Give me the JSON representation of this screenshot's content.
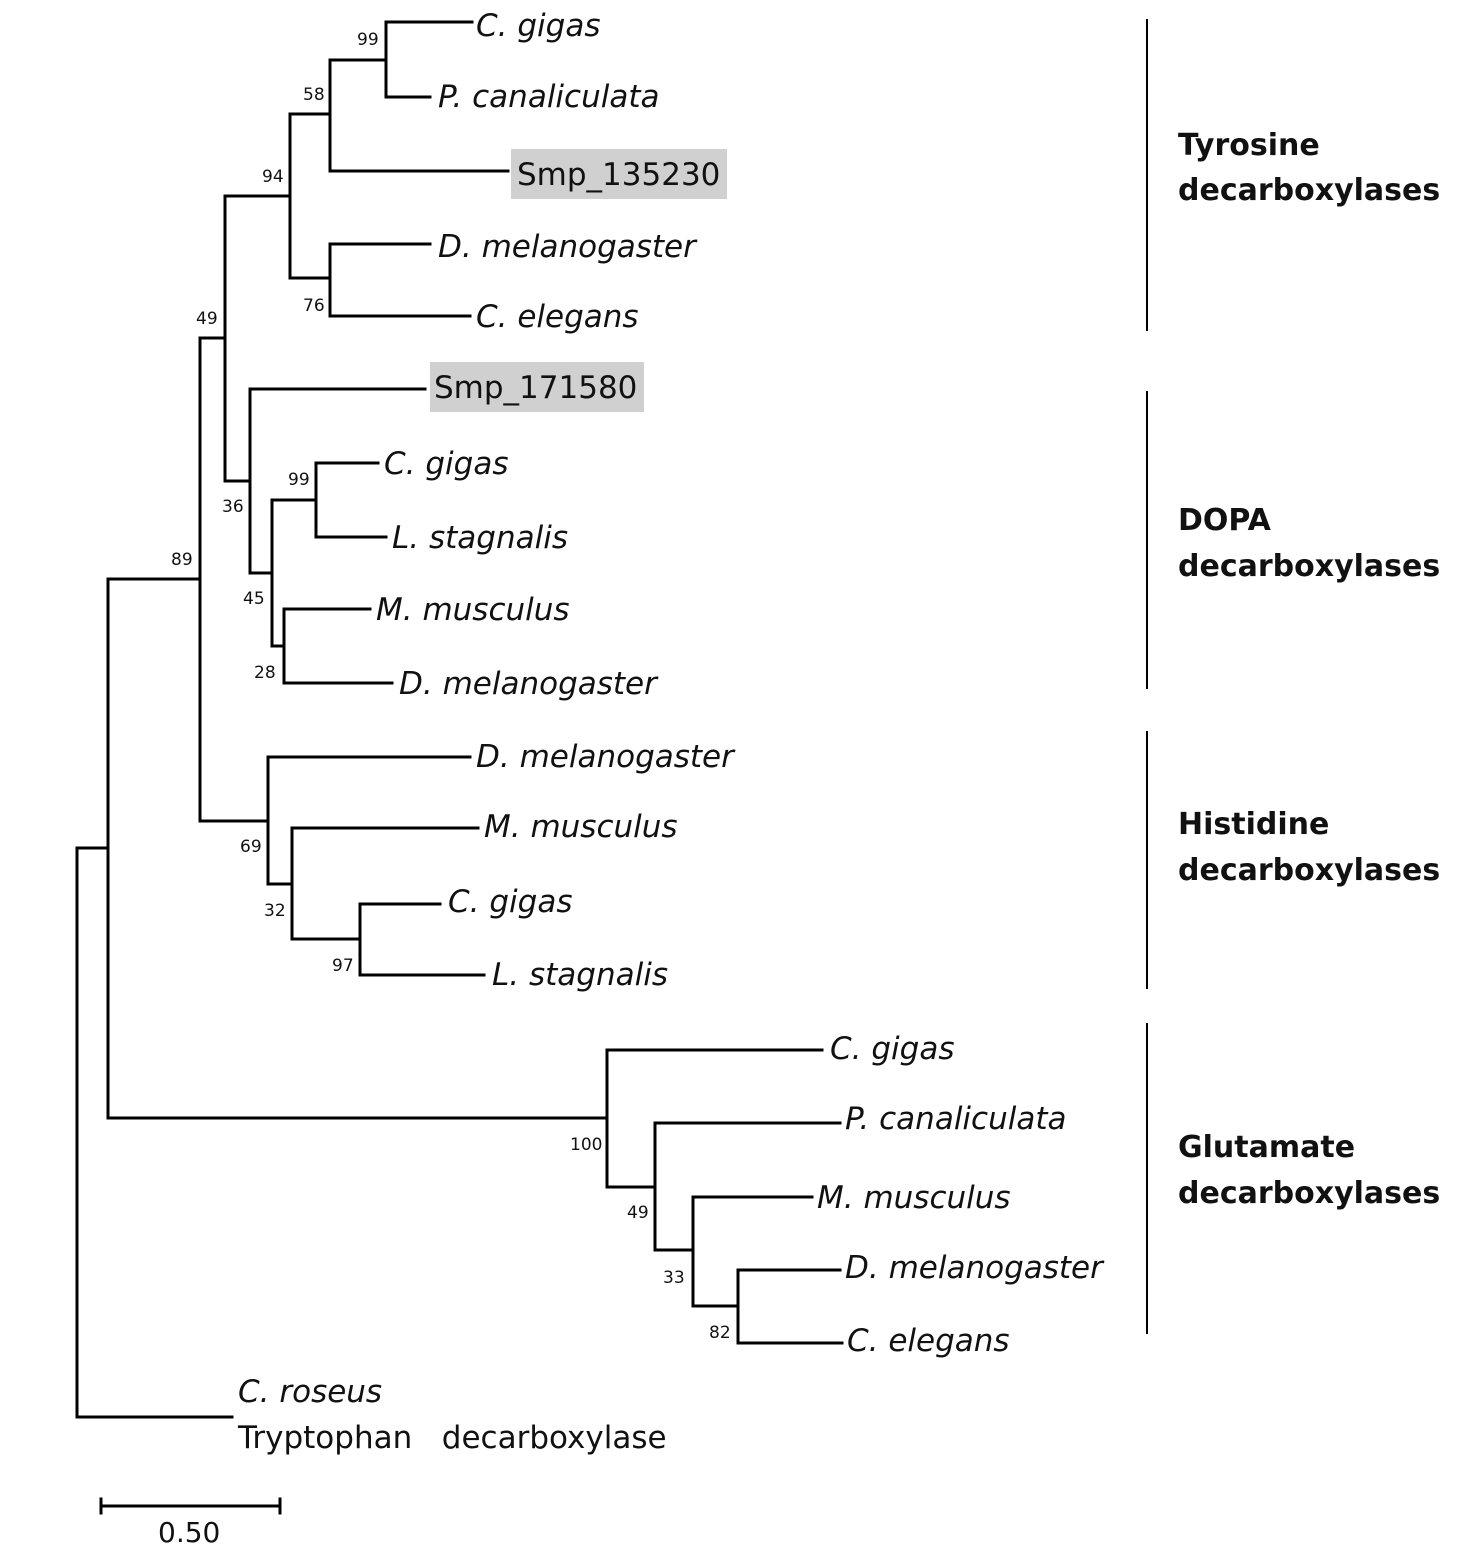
{
  "colors": {
    "highlight": "#d0d0d0",
    "line": "#000000"
  },
  "leaves": [
    {
      "label": "C. gigas",
      "style": "italic"
    },
    {
      "label": "P. canaliculata",
      "style": "italic"
    },
    {
      "label": "Smp_135230",
      "style": "highlight"
    },
    {
      "label": "D. melanogaster",
      "style": "italic"
    },
    {
      "label": "C. elegans",
      "style": "italic"
    },
    {
      "label": "Smp_171580",
      "style": "highlight"
    },
    {
      "label": "C. gigas",
      "style": "italic"
    },
    {
      "label": "L. stagnalis",
      "style": "italic"
    },
    {
      "label": "M. musculus",
      "style": "italic"
    },
    {
      "label": "D. melanogaster",
      "style": "italic"
    },
    {
      "label": "D. melanogaster",
      "style": "italic"
    },
    {
      "label": "M. musculus",
      "style": "italic"
    },
    {
      "label": "C. gigas",
      "style": "italic"
    },
    {
      "label": "L. stagnalis",
      "style": "italic"
    },
    {
      "label": "C. gigas",
      "style": "italic"
    },
    {
      "label": "P. canaliculata",
      "style": "italic"
    },
    {
      "label": "M. musculus",
      "style": "italic"
    },
    {
      "label": "D. melanogaster",
      "style": "italic"
    },
    {
      "label": "C. elegans",
      "style": "italic"
    },
    {
      "label": "C. roseus",
      "style": "italic"
    }
  ],
  "outgroup_subtitle": "Tryptophan   decarboxylase",
  "bootstrap": [
    "99",
    "58",
    "94",
    "76",
    "49",
    "99",
    "36",
    "45",
    "28",
    "89",
    "69",
    "32",
    "97",
    "100",
    "49",
    "33",
    "82"
  ],
  "groups": [
    {
      "line1": "Tyrosine",
      "line2": "decarboxylases"
    },
    {
      "line1": "DOPA",
      "line2": "decarboxylases"
    },
    {
      "line1": "Histidine",
      "line2": "decarboxylases"
    },
    {
      "line1": "Glutamate",
      "line2": "decarboxylases"
    }
  ],
  "scale_bar": {
    "label": "0.50"
  }
}
